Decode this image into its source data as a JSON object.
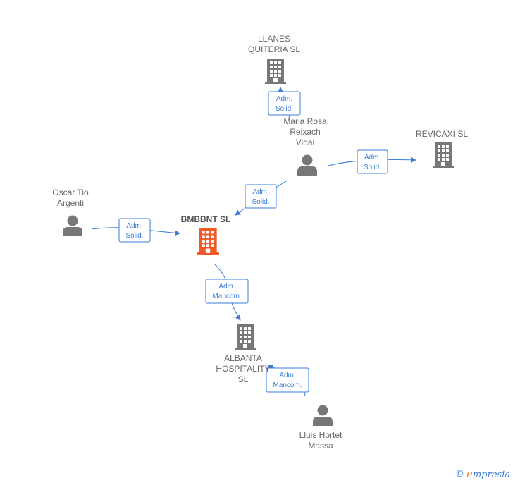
{
  "colors": {
    "main_company": "#f05a28",
    "company": "#777777",
    "person": "#777777",
    "edge": "#3a7dd8"
  },
  "nodes": [
    {
      "id": "llanes",
      "type": "company",
      "icon": "building-icon",
      "lines": [
        "LLANES",
        "QUITERIA  SL"
      ]
    },
    {
      "id": "maria",
      "type": "person",
      "icon": "person-icon",
      "lines": [
        "Maria Rosa",
        "Reixach",
        "Vidal"
      ]
    },
    {
      "id": "revicaxi",
      "type": "company",
      "icon": "building-icon",
      "lines": [
        "REVICAXI  SL"
      ]
    },
    {
      "id": "oscar",
      "type": "person",
      "icon": "person-icon",
      "lines": [
        "Oscar Tio",
        "Argenti"
      ]
    },
    {
      "id": "bmbbnt",
      "type": "main_company",
      "icon": "building-icon",
      "lines": [
        "BMBBNT  SL"
      ]
    },
    {
      "id": "albanta",
      "type": "company",
      "icon": "building-icon",
      "lines": [
        "ALBANTA",
        "HOSPITALITY",
        "SL"
      ]
    },
    {
      "id": "lluis",
      "type": "person",
      "icon": "person-icon",
      "lines": [
        "Lluis Hortet",
        "Massa"
      ]
    }
  ],
  "edges": [
    {
      "id": "maria-llanes",
      "lines": [
        "Adm.",
        "Solid."
      ]
    },
    {
      "id": "maria-revicaxi",
      "lines": [
        "Adm.",
        "Solid."
      ]
    },
    {
      "id": "maria-bmbbnt",
      "lines": [
        "Adm.",
        "Solid."
      ]
    },
    {
      "id": "oscar-bmbbnt",
      "lines": [
        "Adm.",
        "Solid."
      ]
    },
    {
      "id": "bmbbnt-albanta",
      "lines": [
        "Adm.",
        "Mancom."
      ]
    },
    {
      "id": "lluis-albanta",
      "lines": [
        "Adm.",
        "Mancom."
      ]
    }
  ],
  "footer": {
    "copyright": "©",
    "brand_first": "e",
    "brand_rest": "mpresia"
  }
}
